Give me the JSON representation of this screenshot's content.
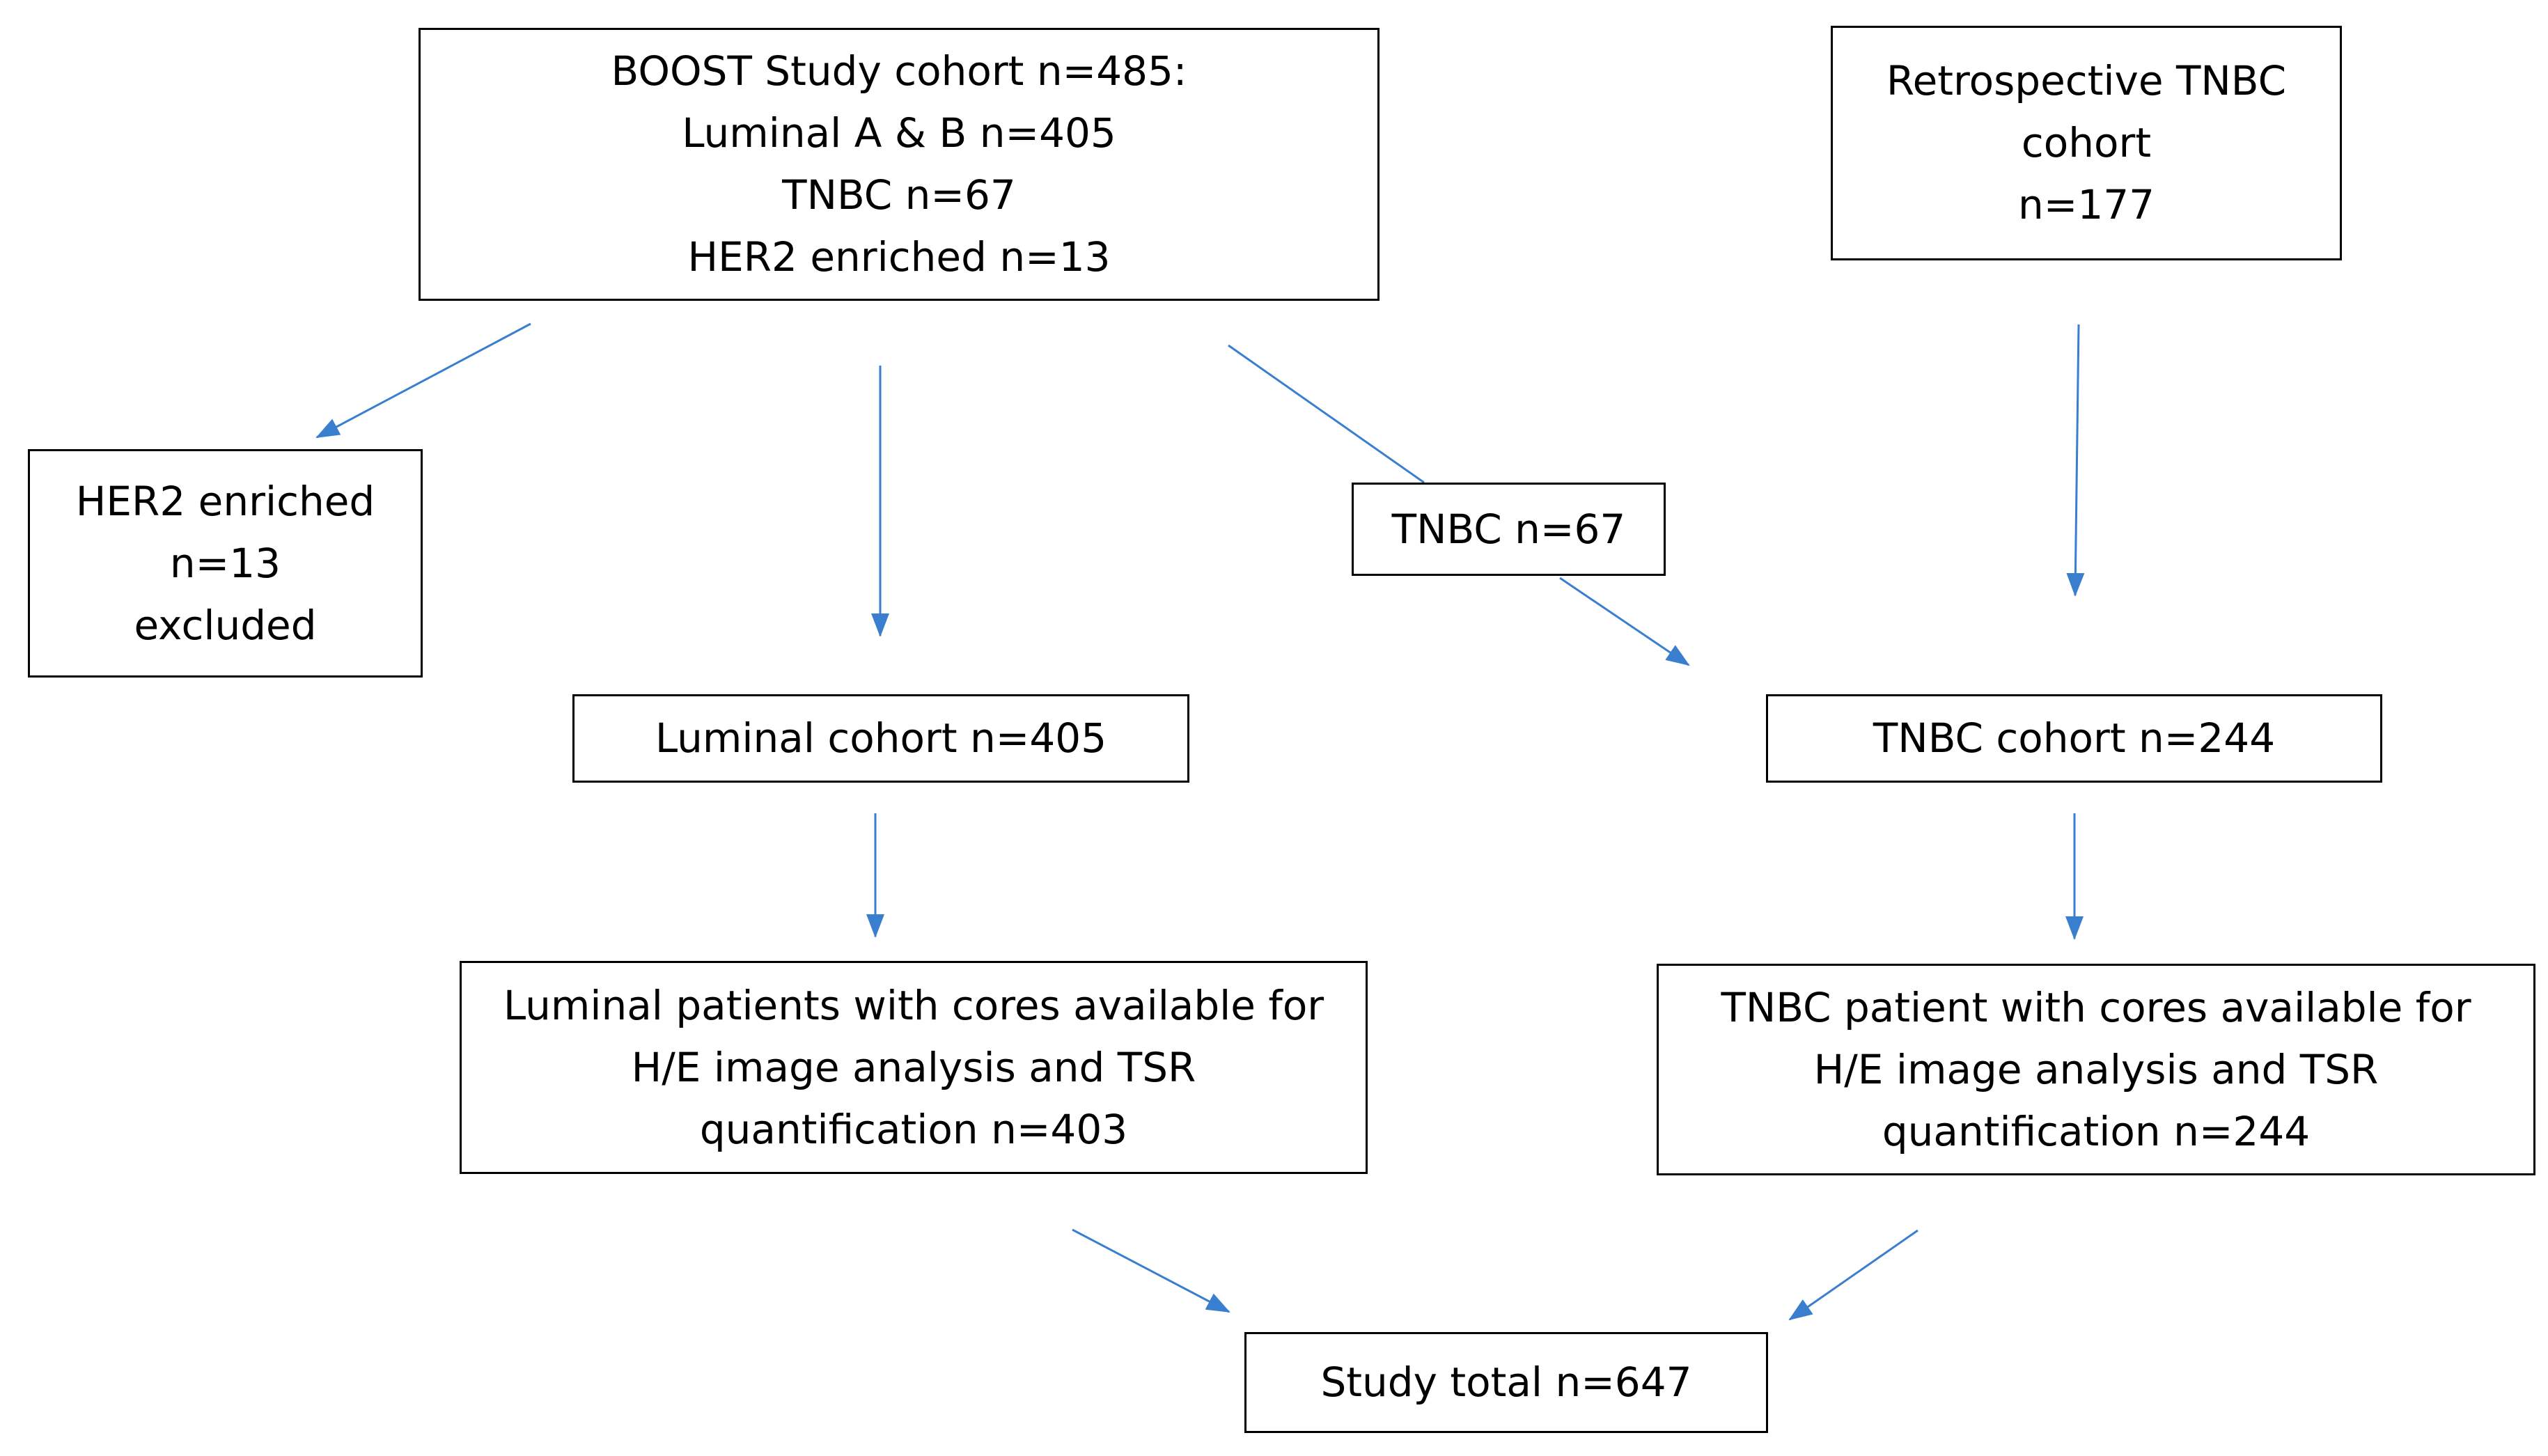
{
  "diagram": {
    "colors": {
      "arrow": "#3a7fcf",
      "box_border": "#000000",
      "background": "#ffffff",
      "text": "#000000"
    },
    "boxes": {
      "boost": {
        "lines": [
          "BOOST Study cohort n=485:",
          "Luminal A & B n=405",
          "TNBC n=67",
          "HER2 enriched n=13"
        ]
      },
      "retro": {
        "lines": [
          "Retrospective TNBC",
          "cohort",
          "n=177"
        ]
      },
      "her2": {
        "lines": [
          "HER2 enriched",
          "n=13",
          "excluded"
        ]
      },
      "tnbc67": {
        "lines": [
          "TNBC n=67"
        ]
      },
      "luminal": {
        "lines": [
          "Luminal cohort n=405"
        ]
      },
      "tnbc244": {
        "lines": [
          "TNBC cohort n=244"
        ]
      },
      "luminal_cores": {
        "lines": [
          "Luminal patients with cores available for",
          "H/E image analysis and TSR",
          "quantification n=403"
        ]
      },
      "tnbc_cores": {
        "lines": [
          "TNBC patient with cores available for",
          "H/E image analysis and TSR",
          "quantification n=244"
        ]
      },
      "total": {
        "lines": [
          "Study total n=647"
        ]
      }
    }
  }
}
